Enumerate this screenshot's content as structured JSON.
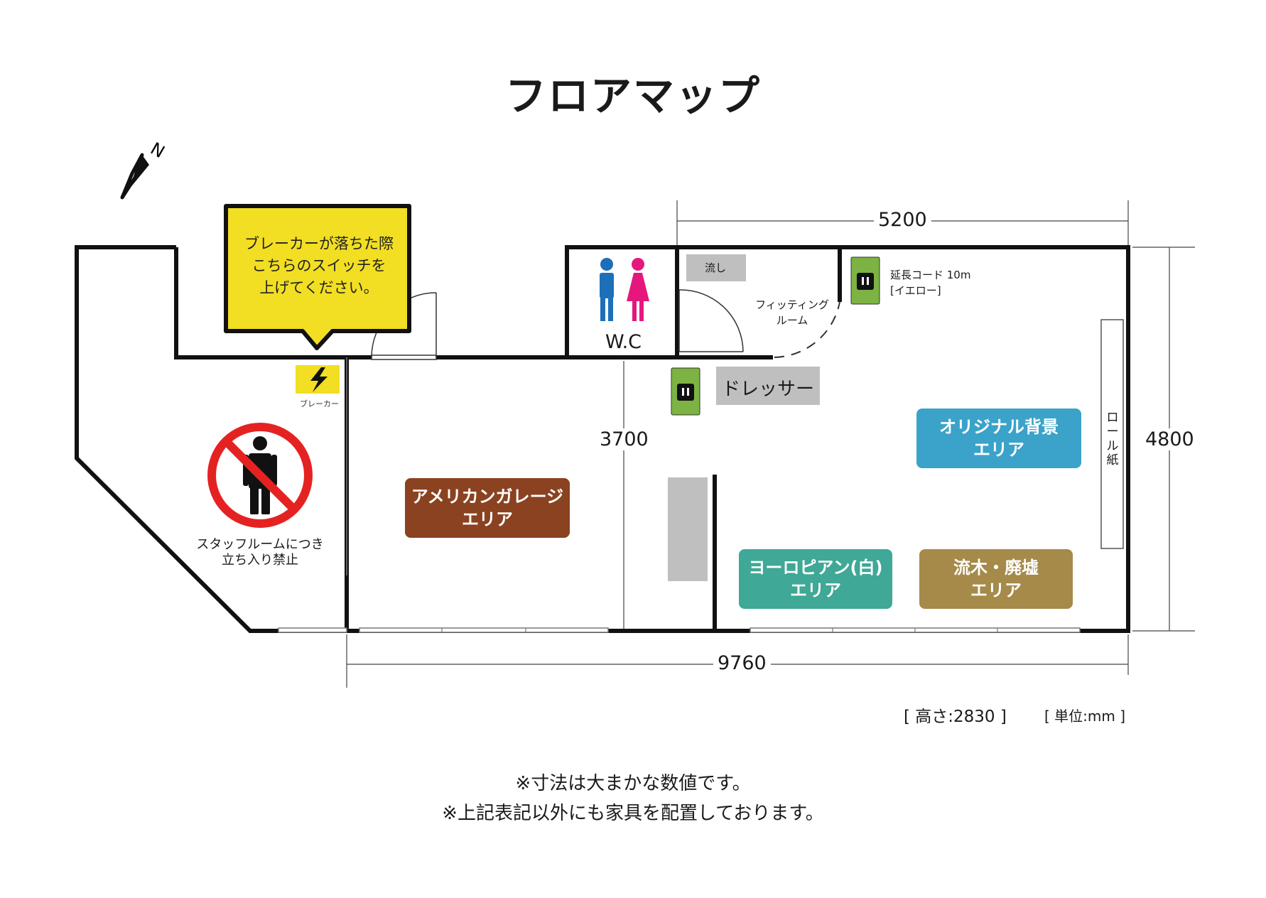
{
  "title": "フロアマップ",
  "compass": {
    "north_label": "N"
  },
  "breaker_callout": {
    "lines": [
      "ブレーカーが落ちた際",
      "こちらのスイッチを",
      "上げてください。"
    ]
  },
  "breaker_label": "ブレーカー",
  "no_entry": {
    "lines": [
      "スタッフルームにつき",
      "立ち入り禁止"
    ]
  },
  "rooms": {
    "wc": "W.C",
    "sink": "流し",
    "fitting_room": [
      "フィッティング",
      "ルーム"
    ],
    "dresser": "ドレッサー",
    "roll_paper": "ロール紙"
  },
  "extension_cord": {
    "line1": "延長コード 10m",
    "line2": "[イエロー]"
  },
  "areas": [
    {
      "id": "american",
      "lines": [
        "アメリカンガレージ",
        "エリア"
      ],
      "color": "#8B4220"
    },
    {
      "id": "original",
      "lines": [
        "オリジナル背景",
        "エリア"
      ],
      "color": "#3BA3C9"
    },
    {
      "id": "european",
      "lines": [
        "ヨーロピアン(白)",
        "エリア"
      ],
      "color": "#3FA896"
    },
    {
      "id": "driftwood",
      "lines": [
        "流木・廃墟",
        "エリア"
      ],
      "color": "#A58A4A"
    }
  ],
  "dimensions": {
    "top": "5200",
    "right": "4800",
    "middle": "3700",
    "bottom": "9760"
  },
  "height_note": "[ 高さ:2830 ]",
  "unit_note": "[ 単位:mm ]",
  "notes": [
    "※寸法は大まかな数値です。",
    "※上記表記以外にも家具を配置しております。"
  ],
  "colors": {
    "callout": "#F2DE22",
    "outlet": "#7CB342",
    "no_entry": "#E52222",
    "wc_male": "#1C6FB8",
    "wc_female": "#E5177D",
    "gray": "#BFBFBF"
  }
}
